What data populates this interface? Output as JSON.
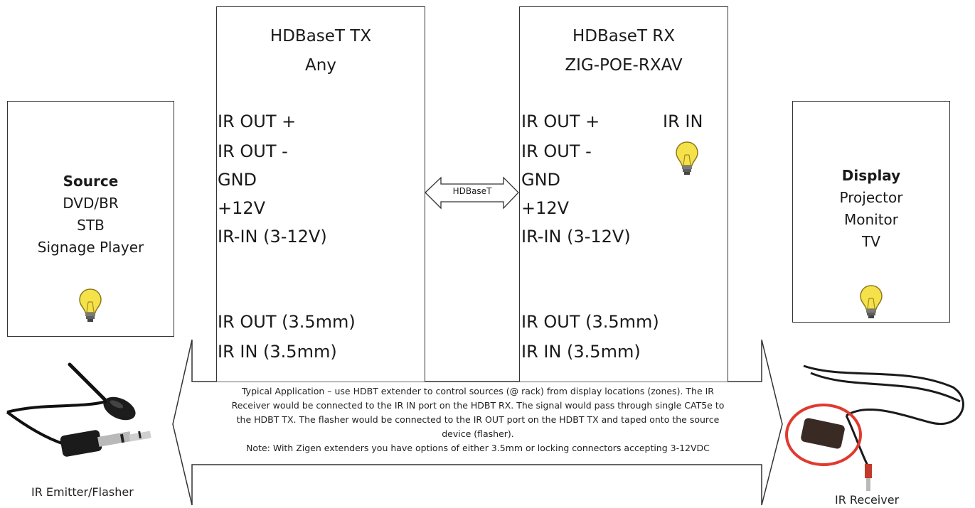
{
  "tx": {
    "title": "HDBaseT TX",
    "subtitle": "Any",
    "ports": [
      "IR OUT +",
      "IR OUT -",
      "GND",
      "+12V",
      "IR-IN (3-12V)"
    ],
    "ports_bottom": [
      "IR OUT (3.5mm)",
      "IR IN (3.5mm)"
    ]
  },
  "rx": {
    "title": "HDBaseT RX",
    "subtitle": "ZIG-POE-RXAV",
    "ports": [
      "IR OUT +",
      "IR OUT -",
      "GND",
      "+12V",
      "IR-IN (3-12V)"
    ],
    "ports_bottom": [
      "IR OUT (3.5mm)",
      "IR IN (3.5mm)"
    ],
    "ir_in_label": "IR IN"
  },
  "link_label": "HDBaseT",
  "source": {
    "title": "Source",
    "lines": [
      "DVD/BR",
      "STB",
      "Signage Player"
    ]
  },
  "display": {
    "title": "Display",
    "lines": [
      "Projector",
      "Monitor",
      "TV"
    ]
  },
  "emitter_caption": "IR Emitter/Flasher",
  "receiver_caption": "IR Receiver",
  "note": {
    "lines": [
      "Typical Application – use HDBT extender  to control sources (@ rack) from display locations (zones). The IR",
      "Receiver would be connected to the IR IN port on the HDBT RX. The signal would pass through single CAT5e to",
      "the HDBT TX. The flasher would be connected to the IR OUT port on the HDBT TX and taped onto the source",
      "device (flasher).",
      "Note: With Zigen extenders you have options of either 3.5mm or locking connectors accepting 3-12VDC"
    ]
  },
  "colors": {
    "bulb_glass": "#f5e14a",
    "bulb_base": "#6b6b6b",
    "outline": "#333333",
    "receiver_ring": "#e03a2f",
    "plug_metal": "#b9b9b9"
  },
  "icons": [
    "bulb-icon",
    "ir-emitter-icon",
    "ir-receiver-icon",
    "double-arrow-icon"
  ]
}
